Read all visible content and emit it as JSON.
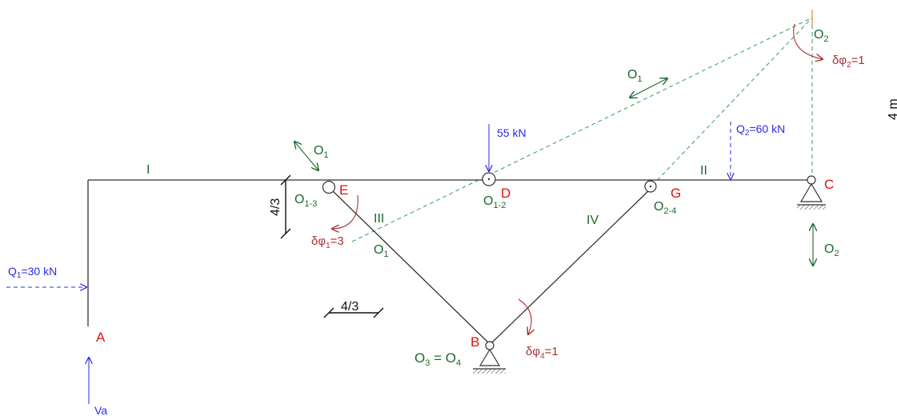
{
  "colors": {
    "structure": "#333333",
    "point_label": "#e31010",
    "green_label": "#1b6b2f",
    "load": "#2b2be6",
    "rotation": "#a83232",
    "hinge_line": "#2e9e5b",
    "top_tick": "#e08a2a"
  },
  "points": {
    "A": "A",
    "B": "B",
    "C": "C",
    "D": "D",
    "E": "E",
    "G": "G"
  },
  "members": {
    "I": "I",
    "II": "II",
    "III": "III",
    "IV": "IV"
  },
  "poles": {
    "o13_main": "O",
    "o13_sub": "1-3",
    "o12_main": "O",
    "o12_sub": "1-2",
    "o24_main": "O",
    "o24_sub": "2-4",
    "o2_main": "O",
    "o2_sub": "2",
    "o1_main": "O",
    "o1_sub": "1",
    "o34_a_main": "O",
    "o34_a_sub": "3",
    "o34_eq": " = ",
    "o34_b_main": "O",
    "o34_b_sub": "4"
  },
  "loads": {
    "q1_main": "Q",
    "q1_sub": "1",
    "q1_value": "=30 kN",
    "p": "55 kN",
    "q2_main": "Q",
    "q2_sub": "2",
    "q2_value": "=60 kN",
    "va_main": "V",
    "va_sub": "a"
  },
  "rotations": {
    "phi1_main": "δφ",
    "phi1_sub": "1",
    "phi1_value": "=3",
    "phi2_main": "δφ",
    "phi2_sub": "2",
    "phi2_value": "=1",
    "phi4_main": "δφ",
    "phi4_sub": "4",
    "phi4_value": "=1"
  },
  "dimensions": {
    "vertical": "4/3",
    "horizontal": "4/3",
    "right_edge": "4 m"
  }
}
